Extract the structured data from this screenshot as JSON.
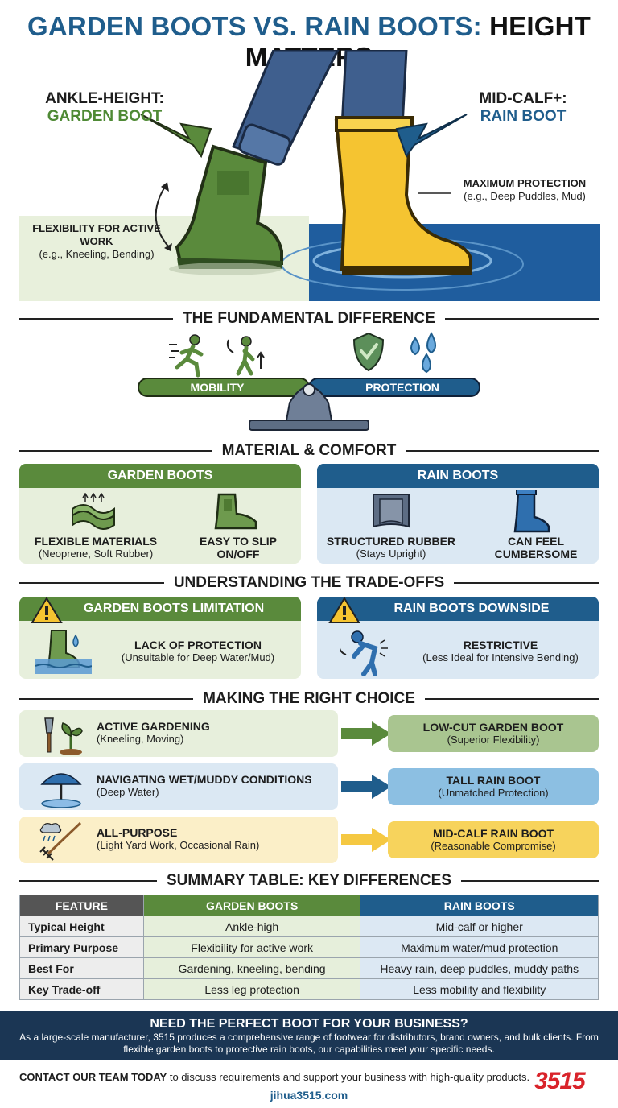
{
  "title": {
    "part1": "GARDEN BOOTS VS. RAIN BOOTS:",
    "part2": "HEIGHT MATTERS"
  },
  "hero": {
    "left_label_1": "ANKLE-HEIGHT:",
    "left_label_2": "GARDEN BOOT",
    "right_label_1": "MID-CALF+:",
    "right_label_2": "RAIN BOOT",
    "left_note_title": "FLEXIBILITY FOR ACTIVE WORK",
    "left_note_sub": "(e.g., Kneeling, Bending)",
    "right_note_title": "MAXIMUM PROTECTION",
    "right_note_sub": "(e.g., Deep Puddles, Mud)"
  },
  "sections": {
    "fundamental": "THE FUNDAMENTAL DIFFERENCE",
    "material": "MATERIAL & COMFORT",
    "tradeoffs": "UNDERSTANDING THE TRADE-OFFS",
    "choice": "MAKING THE RIGHT CHOICE",
    "summary": "SUMMARY TABLE: KEY DIFFERENCES"
  },
  "seesaw": {
    "left": "MOBILITY",
    "right": "PROTECTION"
  },
  "material": {
    "garden_header": "GARDEN BOOTS",
    "rain_header": "RAIN BOOTS",
    "g1_title": "FLEXIBLE MATERIALS",
    "g1_sub": "(Neoprene, Soft Rubber)",
    "g2_title": "EASY TO SLIP ON/OFF",
    "r1_title": "STRUCTURED RUBBER",
    "r1_sub": "(Stays Upright)",
    "r2_title": "CAN FEEL CUMBERSOME"
  },
  "tradeoffs": {
    "garden_header": "GARDEN BOOTS LIMITATION",
    "rain_header": "RAIN BOOTS DOWNSIDE",
    "g_title": "LACK OF PROTECTION",
    "g_sub": "(Unsuitable for Deep Water/Mud)",
    "r_title": "RESTRICTIVE",
    "r_sub": "(Less Ideal for Intensive Bending)"
  },
  "choices": [
    {
      "title": "ACTIVE GARDENING",
      "sub": "(Kneeling, Moving)",
      "result": "LOW-CUT GARDEN BOOT",
      "result_sub": "(Superior Flexibility)"
    },
    {
      "title": "NAVIGATING WET/MUDDY CONDITIONS",
      "sub": "(Deep Water)",
      "result": "TALL RAIN BOOT",
      "result_sub": "(Unmatched Protection)"
    },
    {
      "title": "ALL-PURPOSE",
      "sub": "(Light Yard Work, Occasional Rain)",
      "result": "MID-CALF RAIN BOOT",
      "result_sub": "(Reasonable Compromise)"
    }
  ],
  "table": {
    "headers": [
      "FEATURE",
      "GARDEN BOOTS",
      "RAIN BOOTS"
    ],
    "rows": [
      [
        "Typical Height",
        "Ankle-high",
        "Mid-calf or higher"
      ],
      [
        "Primary Purpose",
        "Flexibility for active work",
        "Maximum water/mud protection"
      ],
      [
        "Best For",
        "Gardening, kneeling, bending",
        "Heavy rain, deep puddles, muddy paths"
      ],
      [
        "Key Trade-off",
        "Less leg protection",
        "Less mobility and flexibility"
      ]
    ]
  },
  "footer": {
    "heading": "NEED THE PERFECT BOOT FOR YOUR BUSINESS?",
    "text": "As a large-scale manufacturer, 3515 produces a comprehensive range of footwear for distributors, brand owners, and bulk clients. From flexible garden boots to protective rain boots, our capabilities meet your specific needs.",
    "contact_bold": "CONTACT OUR TEAM TODAY",
    "contact_rest": " to discuss requirements and support your business with high-quality products.",
    "url": "jihua3515.com",
    "logo": "3515"
  },
  "colors": {
    "green": "#5a8a3c",
    "blue": "#1f5d8c",
    "yellow": "#f5c842",
    "navy": "#1b3654",
    "red": "#d9232a"
  }
}
